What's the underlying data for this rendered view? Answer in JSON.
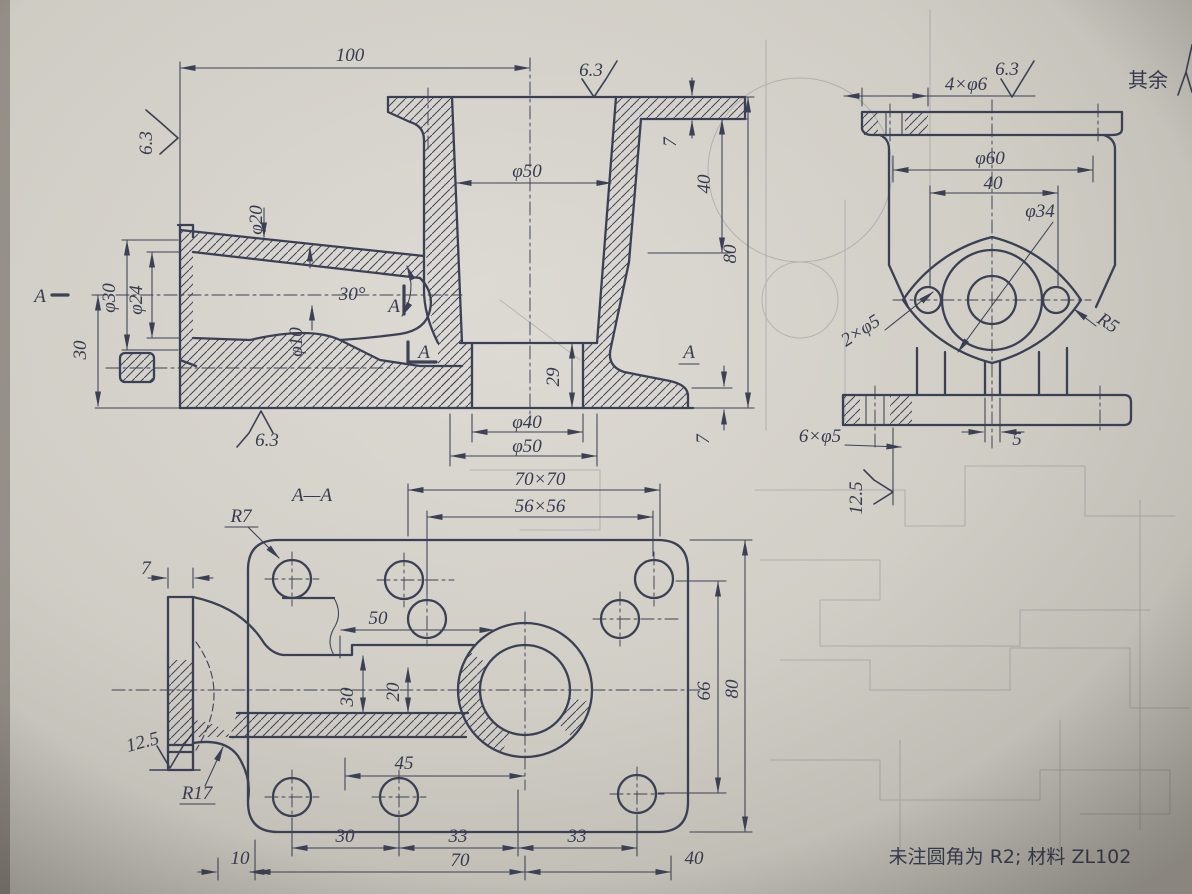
{
  "page": {
    "others": "其余",
    "material_note": "未注圆角为 R2; 材料 ZL102"
  },
  "front": {
    "d100": "100",
    "dphi50": "φ50",
    "d7t": "7",
    "d40": "40",
    "d80": "80",
    "dphi20": "φ20",
    "dphi30": "φ30",
    "dphi24": "φ24",
    "d30deg": "30°",
    "d30": "30",
    "dphi10": "φ10",
    "d29": "29",
    "dphi40": "φ40",
    "dphi50b": "φ50",
    "d7b": "7",
    "f63t": "6.3",
    "f63l": "6.3",
    "f63b": "6.3",
    "a_left": "A",
    "a1": "A",
    "a2": "A",
    "a3": "A"
  },
  "side": {
    "d4phi6": "4×φ6",
    "f63": "6.3",
    "dphi60": "φ60",
    "d40": "40",
    "dphi34": "φ34",
    "d2phi5": "2×φ5",
    "r5": "R5",
    "d6phi5": "6×φ5",
    "d5": "5",
    "f125": "12.5"
  },
  "section": {
    "title": "A—A",
    "d70x70": "70×70",
    "d56x56": "56×56",
    "r7": "R7",
    "d7": "7",
    "d50": "50",
    "d30v": "30",
    "d20": "20",
    "d45": "45",
    "d66": "66",
    "d80": "80",
    "r17": "R17",
    "f125": "12.5",
    "d30": "30",
    "d33a": "33",
    "d33b": "33",
    "d70": "70",
    "d40": "40",
    "d10": "10"
  },
  "colors": {
    "paper": "#d8d5cd",
    "line": "#3d4156"
  }
}
